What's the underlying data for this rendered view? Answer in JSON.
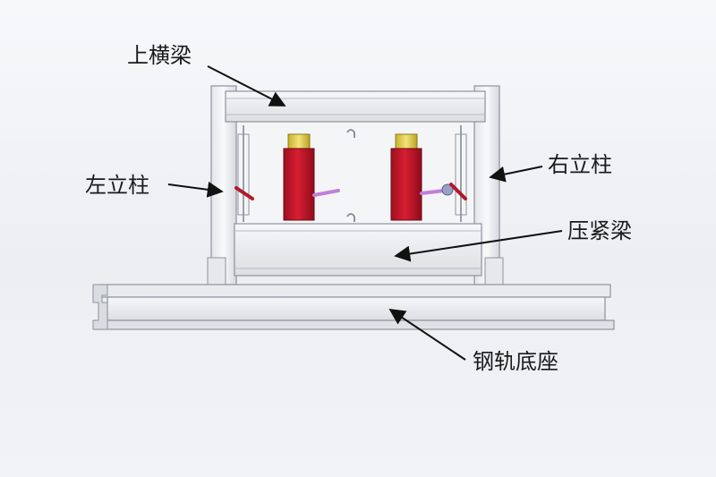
{
  "labels": {
    "top_beam": "上横梁",
    "left_column": "左立柱",
    "right_column": "右立柱",
    "clamp_beam": "压紧梁",
    "rail_base": "钢轨底座"
  },
  "colors": {
    "frame": "#ecedf1",
    "frame_stroke": "#8e939c",
    "cylinder_red": "#c8182c",
    "cylinder_cap": "#e8d23a",
    "piston_purple": "#c07fd8",
    "arrow": "#111111"
  }
}
